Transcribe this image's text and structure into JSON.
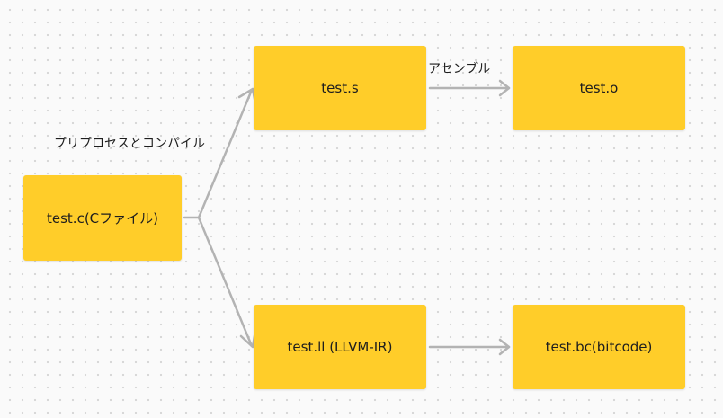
{
  "nodes": {
    "test_c": "test.c(Cファイル)",
    "test_s": "test.s",
    "test_o": "test.o",
    "test_ll": "test.ll (LLVM-IR)",
    "test_bc": "test.bc(bitcode)"
  },
  "edge_labels": {
    "preprocess_compile": "プリプロセスとコンパイル",
    "assemble": "アセンブル"
  },
  "colors": {
    "node_fill": "#ffcd29",
    "connector": "#b3b3b3",
    "text": "#1e1e1e"
  }
}
